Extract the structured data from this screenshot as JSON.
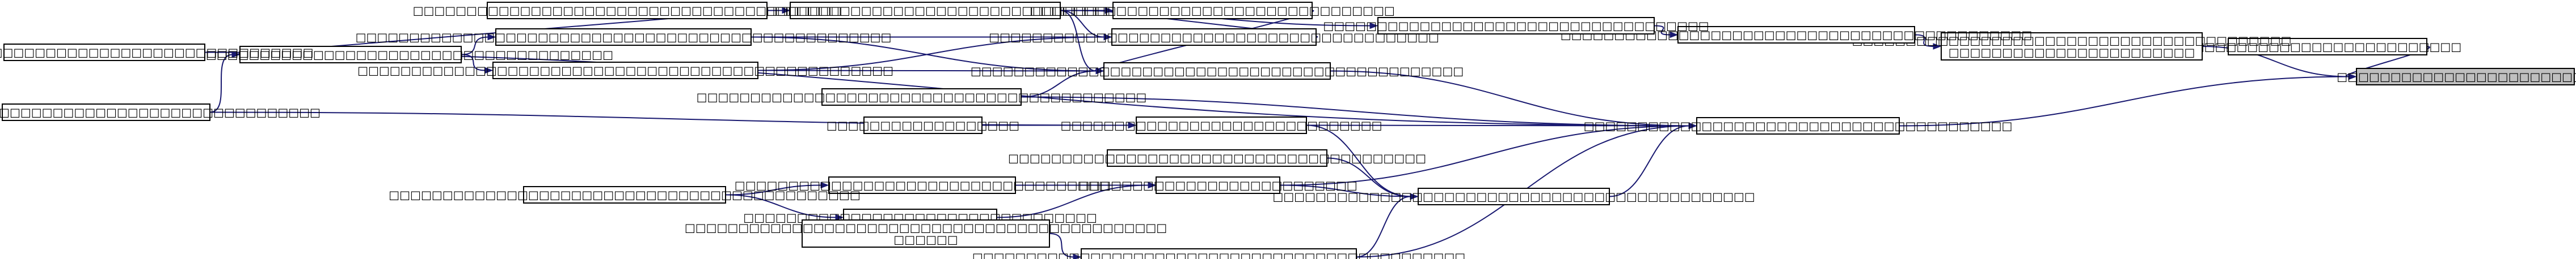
{
  "graph": {
    "edge_color": "#191970",
    "node_border": "#000000",
    "root_fill": "#bfbfbf",
    "node_fill": "#ffffff",
    "nodes": [
      {
        "id": "n0",
        "label": "□□□□□□□□□□□□□□□□□□□□□□□□"
      },
      {
        "id": "n1",
        "label": "□□□□□□□□□□□□□□□□□□□□□□□□□"
      },
      {
        "id": "n2",
        "label": "□□□□□□□□□□□□□□□□□□□□□□□□□□□□□□□□□□□□□□□□□\n□□□□□□□□□□□□□□□□□□□□□□□"
      },
      {
        "id": "n3",
        "label": "□□□□□□□□□□□□□□□□□□□□□□□□□□□□□□□□□□□□□□□□"
      },
      {
        "id": "n4",
        "label": "□□□□□□□□□□□□□□□□□□□□□□□□□□□□□□□□□□□□□□□□□□□□"
      },
      {
        "id": "n5",
        "label": "□□□□□□□□□□□□□□□□□□□□□□□□□□□□□□□□□□□□"
      },
      {
        "id": "n6",
        "label": "□□□□□□□□□□□□□□□□□□□□□□□□□□□□□□□□□□□□□□□□□□□□□□□□"
      },
      {
        "id": "n7",
        "label": "□□□□□□□□□□□□□□□□□□□□□□□□□□□□□□□□□□"
      },
      {
        "id": "n8",
        "label": "□□□□□□□□□□□□□□□□□□□□□□□□□□□□□□□□□□□□□□□□□□"
      },
      {
        "id": "n9",
        "label": "□□□□□□□□□□□□□□□□□□□□□□□□□□□□□□□□□□□□□□□□□□□□□□"
      },
      {
        "id": "n10",
        "label": "□□□□□□□□□□□□□□□□□□□□□□□□□□□□□□□□□□□□□□□□□□□□□□□□□"
      },
      {
        "id": "n11",
        "label": "□□□□□□□□□□□□□□□□□□□□□□□□□□□□□□□□□□□□□□□□"
      },
      {
        "id": "n12",
        "label": "□□□□□□□□□□□□□□□□□□□□□□□□□□□□□□□□□□□□□□□□□□□□□□□□□□"
      },
      {
        "id": "n13",
        "label": "□□□□□□□□□□□□□□□□□□□□□□□□□□□□□□□□□□□□□□□□□□□□□□□□□□"
      },
      {
        "id": "n14",
        "label": "□□□□□□□□□□□□□□□□□□□□□□□□□□□□□□□□□□□□□□□□□□"
      },
      {
        "id": "n15",
        "label": "□□□□□□□□□□□□□□□□□□□□□□□□□□□□□□□□□□□□□□□"
      },
      {
        "id": "n16",
        "label": "□□□□□□□□□□□□□□□□□□□□□□□□□□□□□□□□□□□□□□□□"
      },
      {
        "id": "n17",
        "label": "□□□□□□□□□□□□□□□□□□□□□□□□□□□□□□"
      },
      {
        "id": "n18",
        "label": "□□□□□□□□□□□□□□□□□□"
      },
      {
        "id": "n19",
        "label": "□□□□□□□□□□□□□□□□□□□□□□□□□□□□□□□□□□□□□□□□□□□□□"
      },
      {
        "id": "n20",
        "label": "□□□□□□□□□□□□□□□□□□□□□□□□□□□□□□□□□□□□□□□"
      },
      {
        "id": "n21",
        "label": "□□□□□□□□□□□□□□□□□□□□□□□□□□"
      },
      {
        "id": "n22",
        "label": "□□□□□□□□□□□□□□□□□□□□□□□□□□□□□□□□□□□"
      },
      {
        "id": "n23",
        "label": "□□□□□□□□□□□□□□□□□□□□□□□□□□□□□□□□□□□□□□□□□□□□"
      },
      {
        "id": "n24",
        "label": "□□□□□□□□□□□□□□□□□□□□□□□□□□□□□□□□□"
      },
      {
        "id": "n25",
        "label": "□□□□□□□□□□□□□□□□□□□□□□□□□□□□□□□□□□□□□□□□□□□□□□"
      },
      {
        "id": "n26",
        "label": "□□□□□□□□□□□□□□□□□□□□□□□□□□□□□□□□□□□□□□□□□□□□□\n□□□□□□"
      }
    ],
    "edges": [
      {
        "from": "n1",
        "to": "n0"
      },
      {
        "from": "n2",
        "to": "n0"
      },
      {
        "from": "n3",
        "to": "n0"
      },
      {
        "from": "n4",
        "to": "n2"
      },
      {
        "from": "n5",
        "to": "n4"
      },
      {
        "from": "n6",
        "to": "n5"
      },
      {
        "from": "n7",
        "to": "n6"
      },
      {
        "from": "n8",
        "to": "n7"
      },
      {
        "from": "n6",
        "to": "n8"
      },
      {
        "from": "n6",
        "to": "n9"
      },
      {
        "from": "n7",
        "to": "n9"
      },
      {
        "from": "n11",
        "to": "n7"
      },
      {
        "from": "n12",
        "to": "n9"
      },
      {
        "from": "n13",
        "to": "n9"
      },
      {
        "from": "n14",
        "to": "n9"
      },
      {
        "from": "n12",
        "to": "n8"
      },
      {
        "from": "n13",
        "to": "n8"
      },
      {
        "from": "n10",
        "to": "n12"
      },
      {
        "from": "n10",
        "to": "n13"
      },
      {
        "from": "n11",
        "to": "n10"
      },
      {
        "from": "n9",
        "to": "n3"
      },
      {
        "from": "n14",
        "to": "n3"
      },
      {
        "from": "n16",
        "to": "n17"
      },
      {
        "from": "n16",
        "to": "n10"
      },
      {
        "from": "n18",
        "to": "n17"
      },
      {
        "from": "n17",
        "to": "n3"
      },
      {
        "from": "n17",
        "to": "n19"
      },
      {
        "from": "n15",
        "to": "n3"
      },
      {
        "from": "n19",
        "to": "n3"
      },
      {
        "from": "n20",
        "to": "n19"
      },
      {
        "from": "n21",
        "to": "n19"
      },
      {
        "from": "n21",
        "to": "n3"
      },
      {
        "from": "n22",
        "to": "n21"
      },
      {
        "from": "n24",
        "to": "n21"
      },
      {
        "from": "n23",
        "to": "n22"
      },
      {
        "from": "n23",
        "to": "n24"
      },
      {
        "from": "n25",
        "to": "n19"
      },
      {
        "from": "n25",
        "to": "n3"
      },
      {
        "from": "n26",
        "to": "n25"
      }
    ]
  }
}
